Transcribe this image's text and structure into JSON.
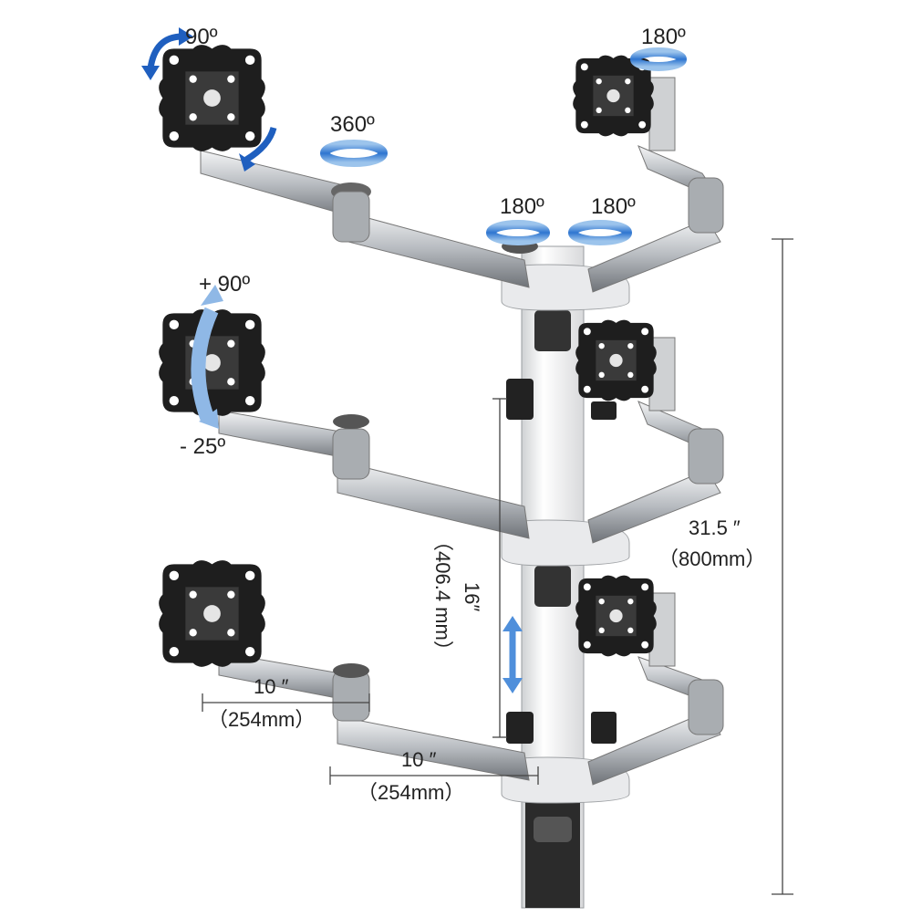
{
  "rotation_labels": {
    "top_left": "90º",
    "top_arm_joint": "360º",
    "center_left": "180º",
    "center_right": "180º",
    "top_right": "180º",
    "tilt_up": "+ 90º",
    "tilt_down": "- 25º"
  },
  "dimensions": {
    "total_height": "31.5 ″",
    "total_height_mm": "（800mm）",
    "pole_spacing": "16″",
    "pole_spacing_mm": "（406.4 mm）",
    "arm_upper": "10 ″",
    "arm_upper_mm": "（254mm）",
    "arm_lower": "10 ″",
    "arm_lower_mm": "（254mm）"
  },
  "colors": {
    "arrow_blue": "#1f5fbf",
    "arrow_light": "#8fb8e6",
    "arm_silver": "#c9ccd0",
    "pole": "#f2f2f2",
    "plate": "#1e1e1e"
  }
}
